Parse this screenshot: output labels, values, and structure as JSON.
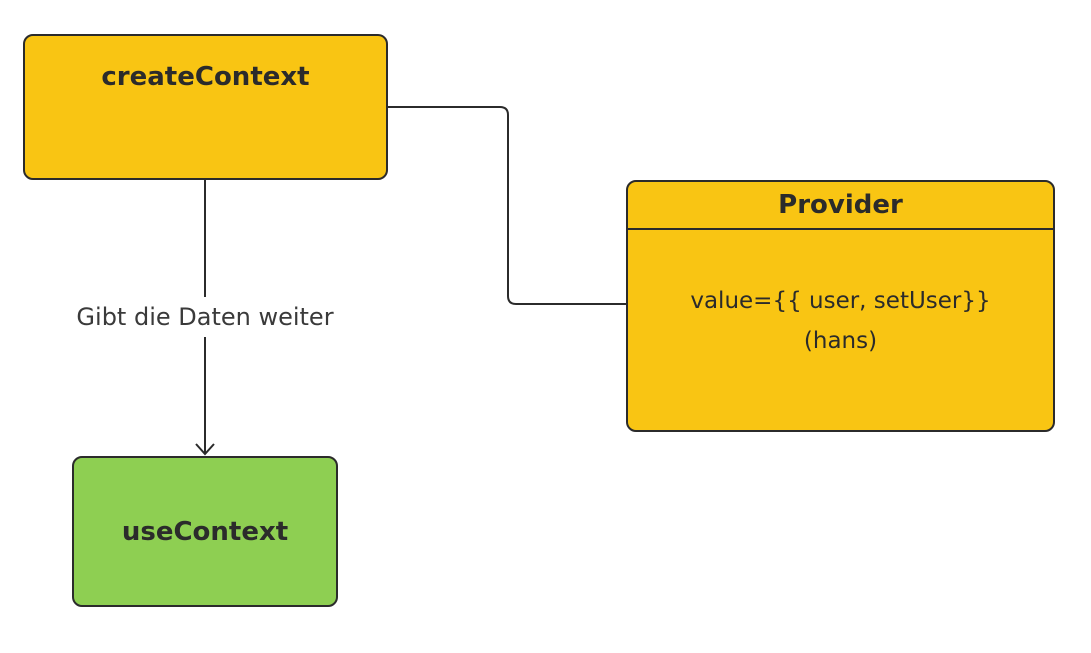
{
  "colors": {
    "yellow": "#f9c513",
    "green": "#8ecf52",
    "stroke": "#2b2b2b"
  },
  "nodes": {
    "create_context": {
      "title": "createContext",
      "color": "#f9c513"
    },
    "use_context": {
      "title": "useContext",
      "color": "#8ecf52"
    },
    "provider": {
      "title": "Provider",
      "color": "#f9c513",
      "body_lines": [
        "value={{ user, setUser}}",
        "(hans)"
      ]
    }
  },
  "edges": {
    "create_to_use": {
      "label": "Gibt die Daten weiter"
    },
    "create_to_provider": {
      "label": ""
    }
  }
}
